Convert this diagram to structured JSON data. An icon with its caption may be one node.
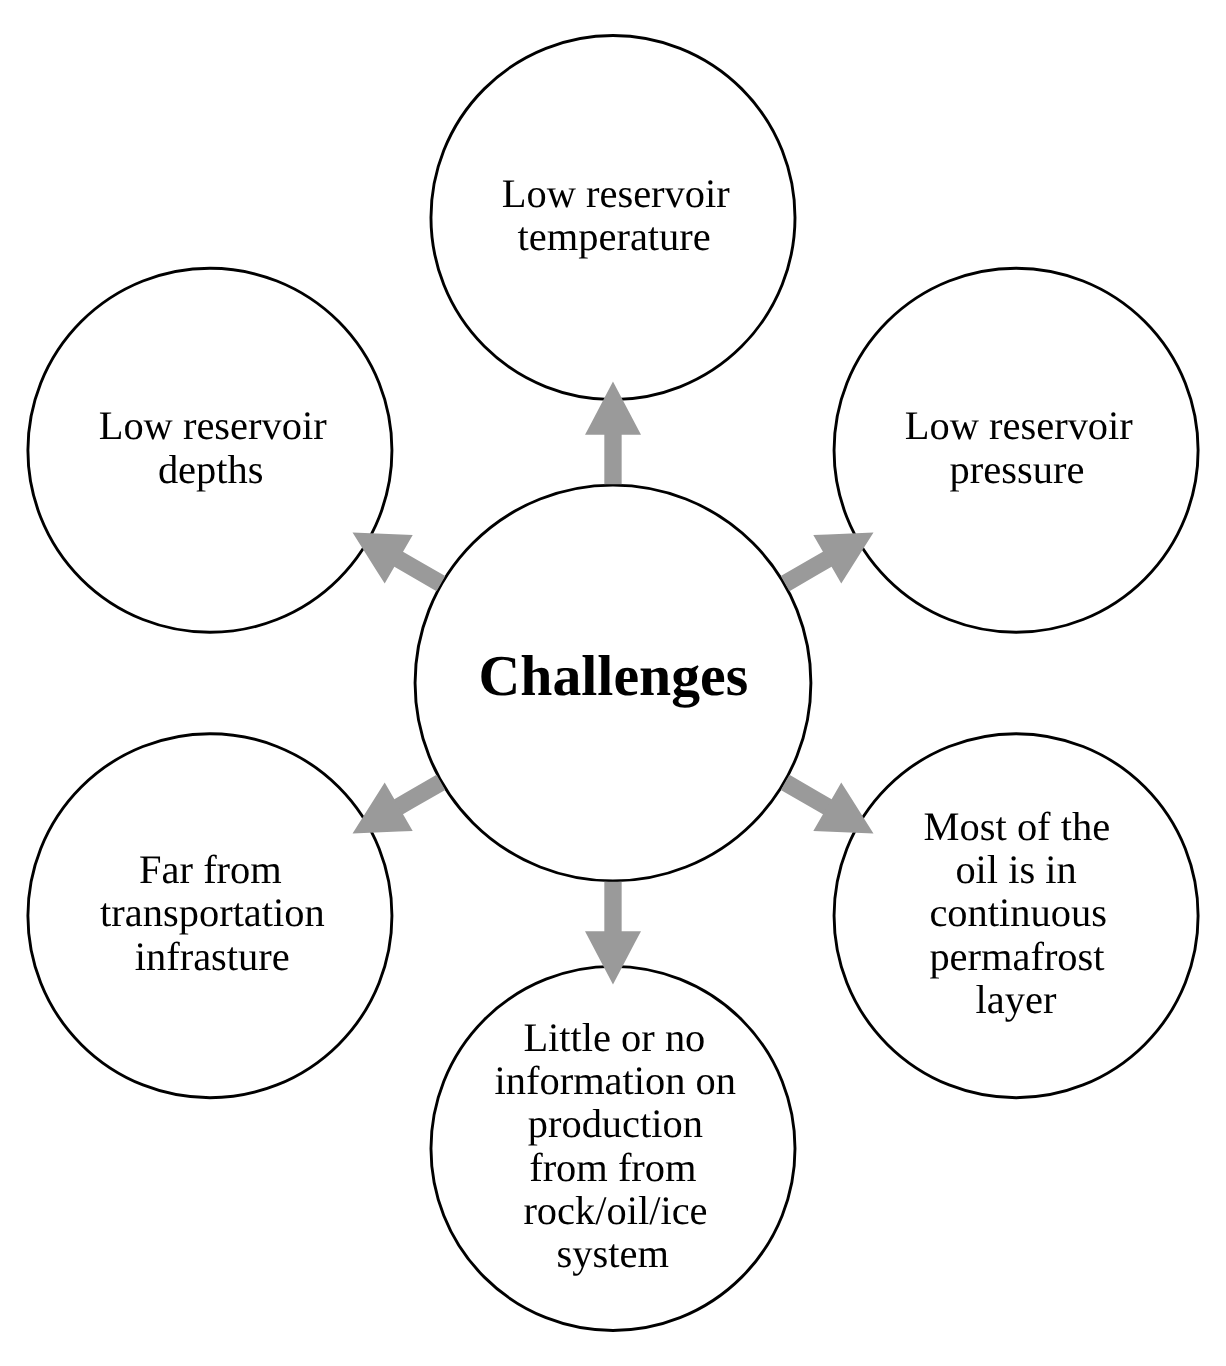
{
  "diagram": {
    "nodes": [
      {
        "text": [
          "Challenges"
        ]
      },
      {
        "text": [
          "Low reservoir pressure"
        ]
      },
      {
        "text": [
          "Low reservoir temperature"
        ]
      },
      {
        "text": [
          "Low reservoir depths"
        ]
      },
      {
        "text": [
          "Far from transportation infrasture"
        ]
      },
      {
        "text": [
          "Little or no information on production from from rock/oil/ice system"
        ]
      },
      {
        "text": [
          "Most of the oil is in continuous permafrost layer"
        ]
      }
    ],
    "edges": [
      {
        "from": 0,
        "to": 1,
        "arrow": "to"
      },
      {
        "from": 0,
        "to": 2,
        "arrow": "to"
      },
      {
        "from": 0,
        "to": 3,
        "arrow": "to"
      },
      {
        "from": 0,
        "to": 4,
        "arrow": "to"
      },
      {
        "from": 0,
        "to": 5,
        "arrow": "to"
      },
      {
        "from": 0,
        "to": 6,
        "arrow": "to"
      }
    ]
  }
}
